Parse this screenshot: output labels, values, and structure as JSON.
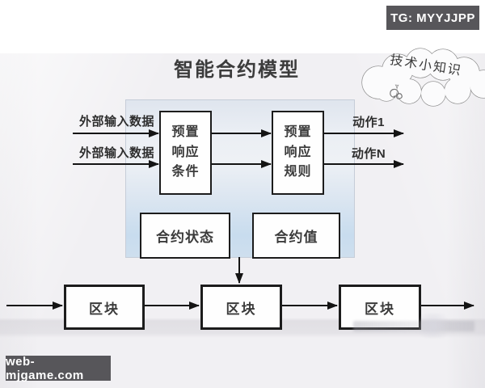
{
  "badges": {
    "tg": "TG: MYYJJPP",
    "site": "web-mjgame.com"
  },
  "diagram": {
    "title": "智能合约模型",
    "cloud_note": "技术小知识",
    "input_labels": [
      "外部输入数据",
      "外部输入数据"
    ],
    "condition_box": "预置\n响应\n条件",
    "rule_box": "预置\n响应\n规则",
    "output_labels": [
      "动作1",
      "动作N"
    ],
    "state_box": "合约状态",
    "value_box": "合约值",
    "blocks": [
      "区块",
      "区块",
      "区块"
    ]
  },
  "colors": {
    "background": "#f1f0f3",
    "panel_top": "#e2e7ef",
    "panel_bottom": "#c7dbee",
    "badge_bg": "#57565a",
    "line": "#141414",
    "cloud_stroke": "#8a8a8a"
  }
}
